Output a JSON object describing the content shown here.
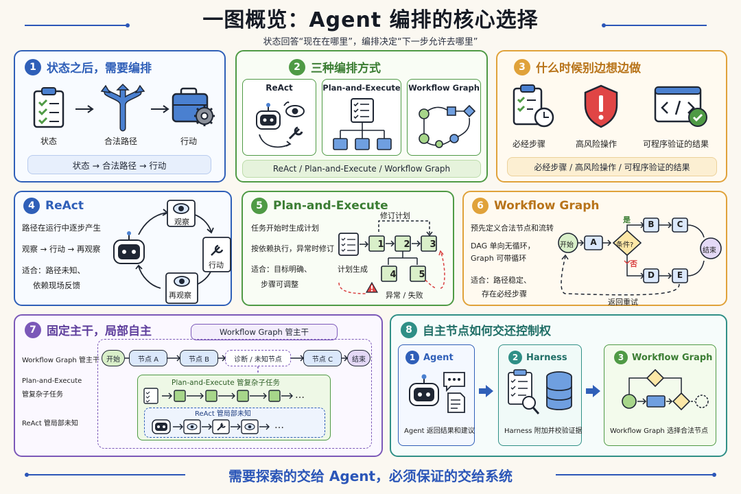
{
  "header": {
    "title": "一图概览：Agent 编排的核心选择",
    "subtitle": "状态回答“现在在哪里”，编排决定“下一步允许去哪里”"
  },
  "colors": {
    "blue": "#2f5fb8",
    "green": "#4f9a45",
    "orange": "#e0a23a",
    "purple": "#7b58b8",
    "teal": "#2f8f86",
    "red": "#d94040"
  },
  "p1": {
    "num": "1",
    "title": "状态之后，需要编排",
    "icons": [
      "clipboard-check-icon",
      "fork-arrows-icon",
      "toolbox-gear-icon"
    ],
    "labels": [
      "状态",
      "合法路径",
      "行动"
    ],
    "summary": "状态 → 合法路径 → 行动"
  },
  "p2": {
    "num": "2",
    "title": "三种编排方式",
    "cards": [
      "ReAct",
      "Plan-and-Execute",
      "Workflow Graph"
    ],
    "summary": "ReAct / Plan-and-Execute / Workflow Graph"
  },
  "p3": {
    "num": "3",
    "title": "什么时候别边想边做",
    "labels": [
      "必经步骤",
      "高风险操作",
      "可程序验证的结果"
    ],
    "summary": "必经步骤 / 高风险操作 / 可程序验证的结果"
  },
  "p4": {
    "num": "4",
    "title": "ReAct",
    "lines": [
      "路径在运行中逐步产生",
      "观察 → 行动 → 再观察",
      "适合：路径未知、",
      "依赖现场反馈"
    ],
    "cycle": [
      "观察",
      "行动",
      "再观察"
    ]
  },
  "p5": {
    "num": "5",
    "title": "Plan-and-Execute",
    "lines": [
      "任务开始时生成计划",
      "按依赖执行，异常时修订",
      "适合：目标明确、",
      "步骤可调整"
    ],
    "revise": "修订计划",
    "gen": "计划生成",
    "steps": [
      "1",
      "2",
      "3",
      "4",
      "5"
    ],
    "fail": "异常 / 失败"
  },
  "p6": {
    "num": "6",
    "title": "Workflow Graph",
    "lines": [
      "预先定义合法节点和流转",
      "DAG 单向无循环，",
      "Graph 可带循环",
      "适合：路径稳定、",
      "存在必经步骤"
    ],
    "nodes": {
      "start": "开始",
      "a": "A",
      "cond": "条件?",
      "b": "B",
      "c": "C",
      "d": "D",
      "e": "E",
      "end": "结束"
    },
    "yes": "是",
    "no": "否",
    "retry": "返回重试"
  },
  "p7": {
    "num": "7",
    "title": "固定主干，局部自主",
    "left": [
      "Workflow Graph 管主干",
      "Plan-and-Execute",
      "管复杂子任务",
      "ReAct 管局部未知"
    ],
    "wg_tag": "Workflow Graph 管主干",
    "main": [
      "开始",
      "节点 A",
      "节点 B",
      "诊断 / 未知节点",
      "节点 C",
      "结束"
    ],
    "pe_tag": "Plan-and-Execute 管复杂子任务",
    "react_tag": "ReAct 管局部未知",
    "ellipsis": "…"
  },
  "p8": {
    "num": "8",
    "title": "自主节点如何交还控制权",
    "cards": [
      {
        "num": "1",
        "name": "Agent",
        "caption": "Agent 返回结果和建议"
      },
      {
        "num": "2",
        "name": "Harness",
        "caption": "Harness 附加并校验证据"
      },
      {
        "num": "3",
        "name": "Workflow Graph",
        "caption": "Workflow Graph 选择合法节点"
      }
    ]
  },
  "footer": "需要探索的交给 Agent，必须保证的交给系统"
}
